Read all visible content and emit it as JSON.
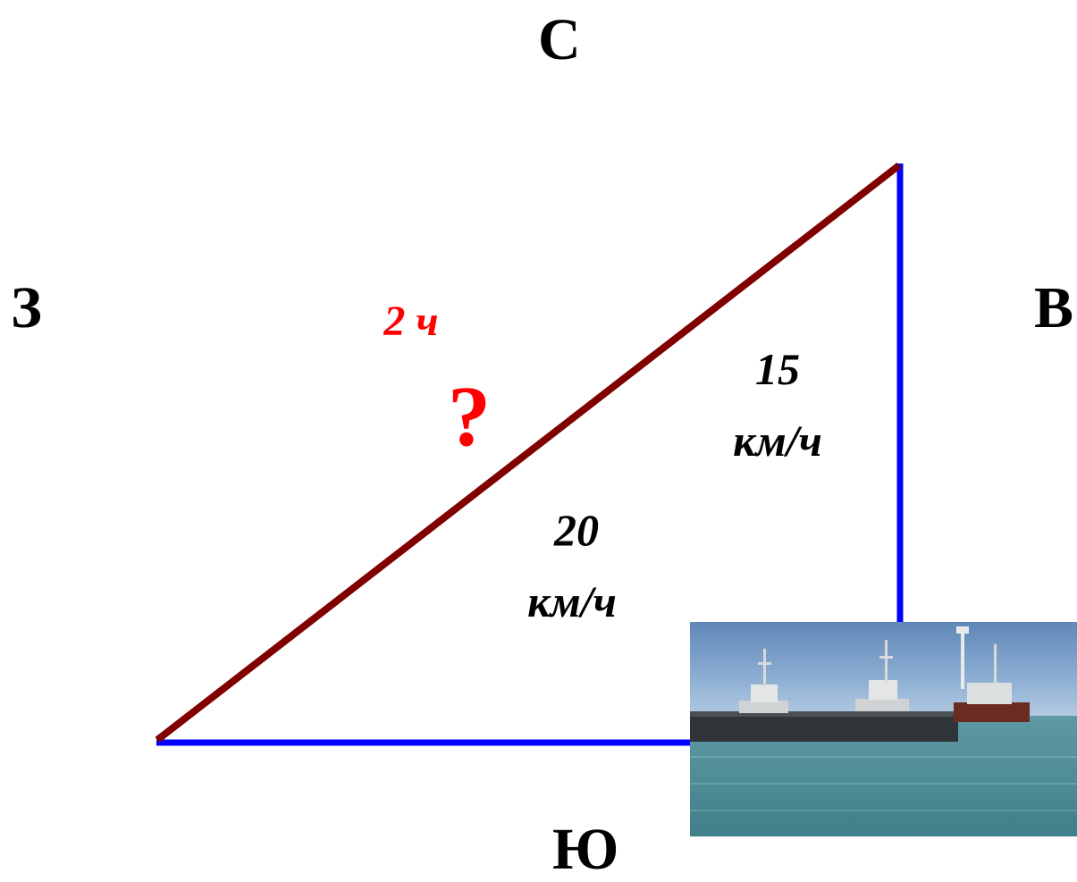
{
  "compass": {
    "north": "С",
    "south": "Ю",
    "west": "З",
    "east": "В"
  },
  "labels": {
    "time": "2 ч",
    "question": "?",
    "speed_diag_value": "20",
    "speed_diag_unit": "км/ч",
    "speed_east_value": "15",
    "speed_east_unit": "км/ч"
  },
  "colors": {
    "hypotenuse": "#800000",
    "legs": "#0000ff",
    "highlight_text": "#ff0000",
    "text": "#000000"
  },
  "icons": {
    "photo": "harbor-tugboats-photo"
  }
}
